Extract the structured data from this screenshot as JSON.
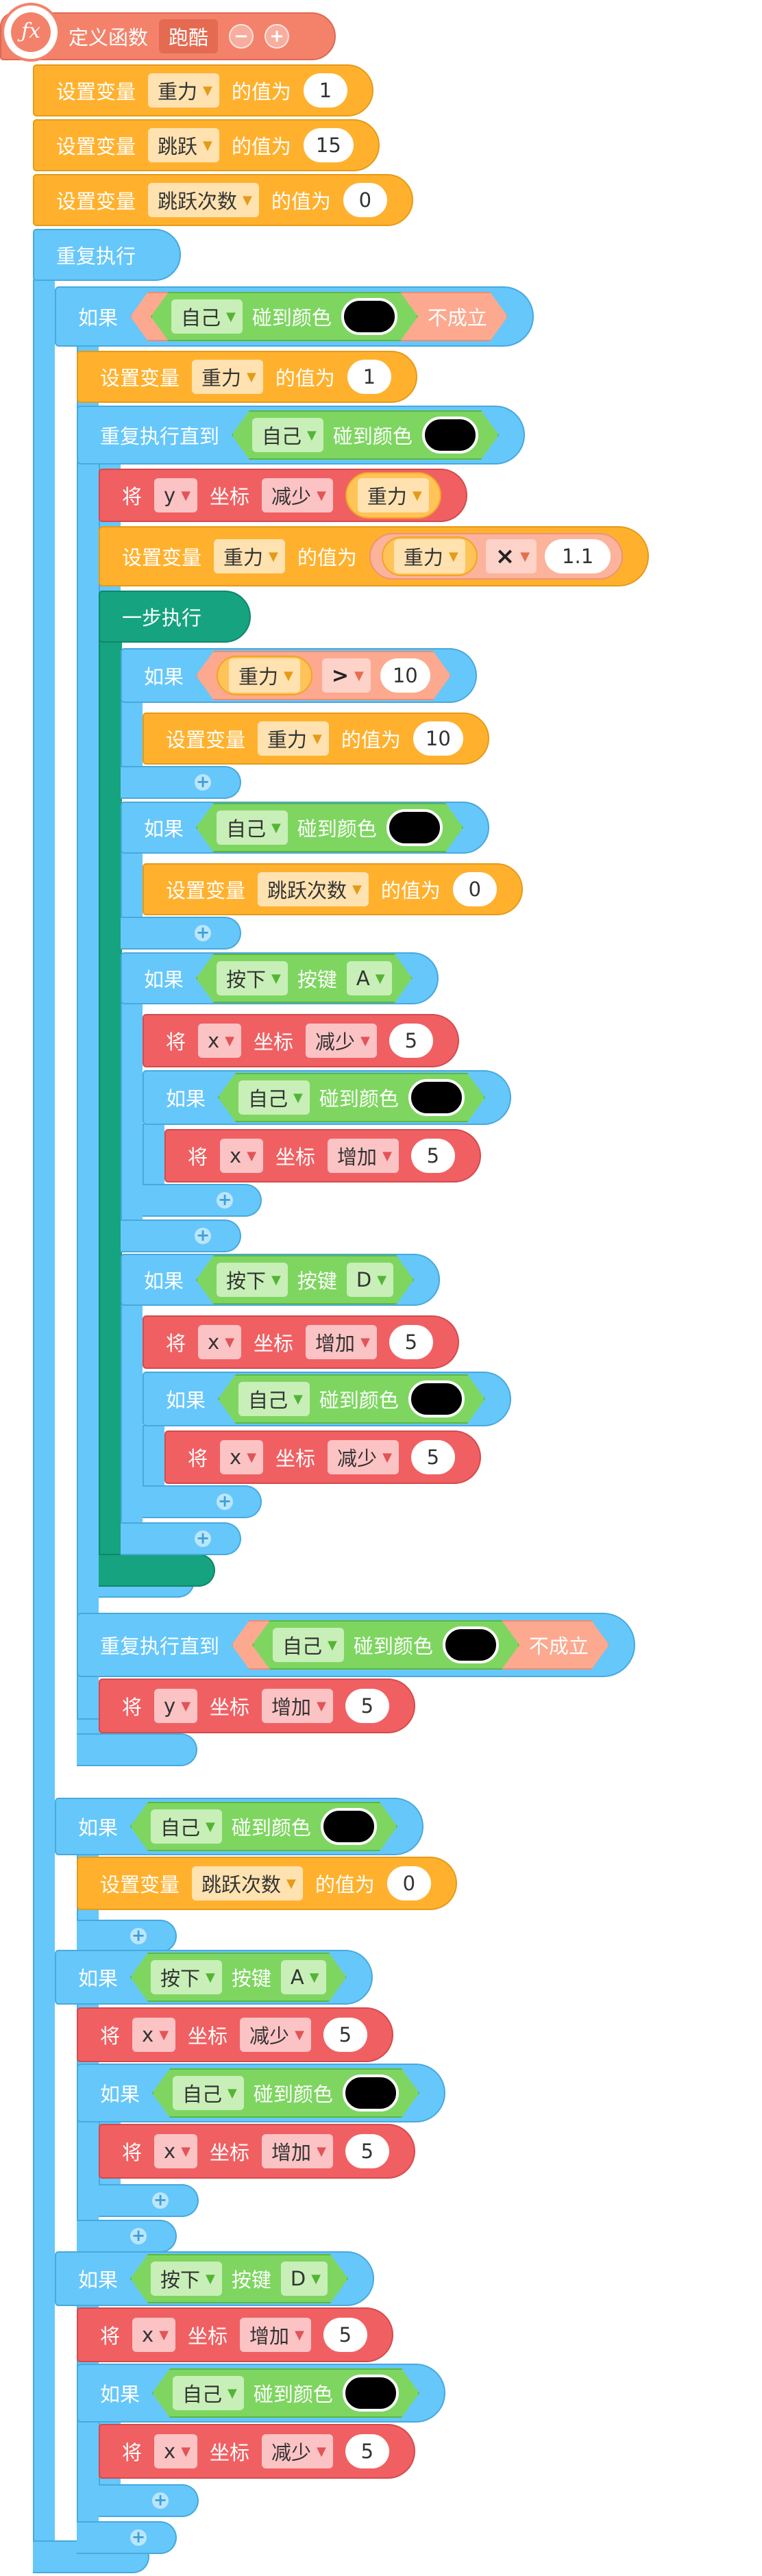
{
  "labels": {
    "define": "定义函数",
    "set": "设置变量",
    "value_of": "的值为",
    "forever": "重复执行",
    "if": "如果",
    "touch_color": "碰到颜色",
    "not": "不成立",
    "repeat_until": "重复执行直到",
    "move": "将",
    "coord": "坐标",
    "step": "一步执行",
    "pressed": "按下",
    "key": "按键",
    "self": "自己"
  },
  "function_name": "跑酷",
  "buttons": {
    "minus": "−",
    "plus": "+"
  },
  "vars": {
    "gravity": "重力",
    "jump": "跳跃",
    "jump_count": "跳跃次数"
  },
  "axes": {
    "x": "x",
    "y": "y"
  },
  "ops": {
    "decrease": "减少",
    "increase": "增加",
    "mul": "×",
    "gt": ">"
  },
  "keys": {
    "a": "A",
    "d": "D"
  },
  "nums": {
    "one": "1",
    "fifteen": "15",
    "zero": "0",
    "onepointone": "1.1",
    "ten": "10",
    "five": "5"
  },
  "colors": {
    "touch": "#000000",
    "event": "#f4826b",
    "variable": "#ffb12e",
    "motion": "#f06062",
    "control": "#66c7fa",
    "step": "#16a37f",
    "sensing": "#7ed660"
  },
  "icons": {
    "function": "fx-icon",
    "dropdown": "chevron-down-icon",
    "add": "plus-icon"
  }
}
